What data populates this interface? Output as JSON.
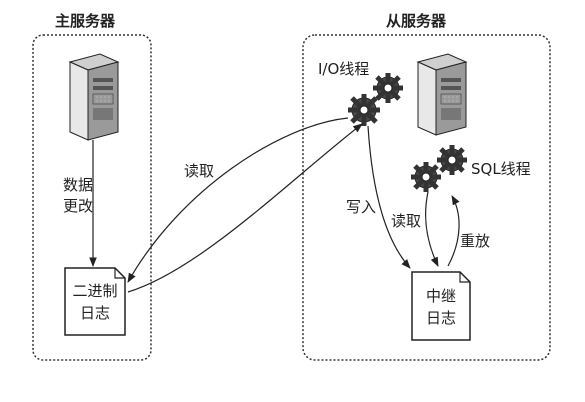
{
  "master": {
    "title": "主服务器",
    "data_change_label_line1": "数据",
    "data_change_label_line2": "更改",
    "binlog_line1": "二进制",
    "binlog_line2": "日志"
  },
  "slave": {
    "title": "从服务器",
    "io_thread_label": "I/O线程",
    "sql_thread_label": "SQL线程",
    "relay_log_line1": "中继",
    "relay_log_line2": "日志",
    "write_label": "写入",
    "read_label": "读取",
    "replay_label": "重放"
  },
  "links": {
    "read_label": "读取"
  }
}
